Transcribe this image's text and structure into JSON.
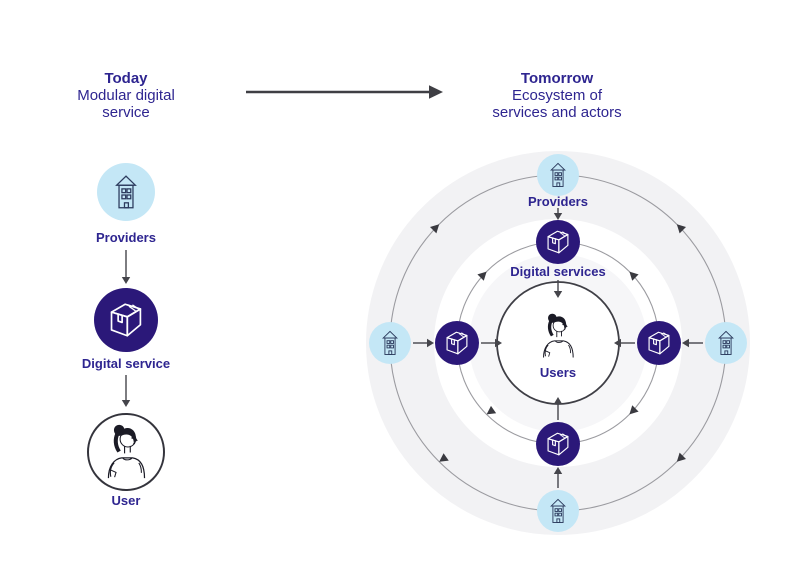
{
  "diagram": {
    "left": {
      "title": "Today",
      "subtitle_lines": [
        "Modular digital",
        "service"
      ],
      "labels": {
        "providers": "Providers",
        "digital_service": "Digital service",
        "user": "User"
      }
    },
    "right": {
      "title": "Tomorrow",
      "subtitle_lines": [
        "Ecosystem of",
        "services and actors"
      ],
      "labels": {
        "providers": "Providers",
        "digital_services": "Digital services",
        "users": "Users"
      }
    },
    "colors": {
      "provider_circle_blue": "#c4e7f6",
      "service_circle_indigo": "#2b1879",
      "text_indigo": "#2e2590",
      "arrow_gray": "#45454b",
      "ring_gray": "#9b9ba0",
      "band_gray": "#f2f2f4"
    },
    "icons": {
      "building": "building-icon",
      "package": "package-icon",
      "person": "person-icon"
    }
  }
}
